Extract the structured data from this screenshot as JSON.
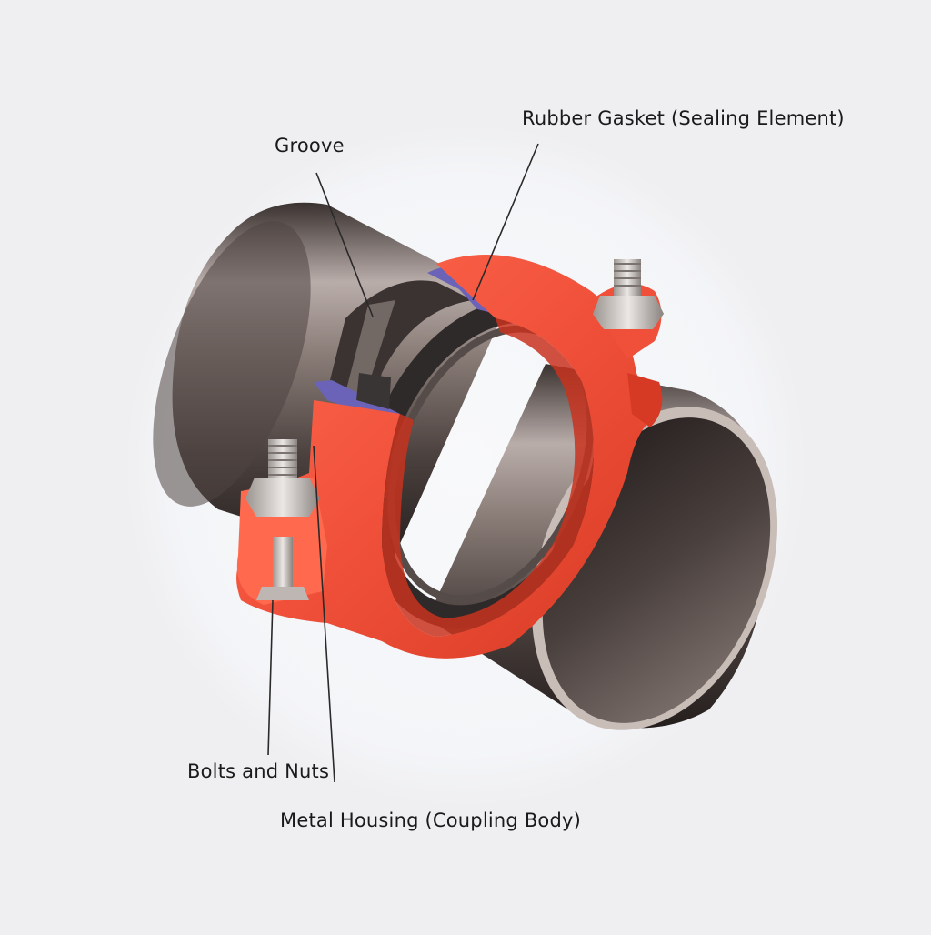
{
  "diagram": {
    "subject": "grooved pipe coupling cutaway",
    "colors": {
      "background": "#efeff1",
      "halo": "#f6f7fa",
      "housing": "#f0503a",
      "housing_dark": "#c8321e",
      "pipe_mid": "#7a6d67",
      "pipe_dark": "#2e2826",
      "gasket": "#3a3535",
      "gasket_edge": "#6a63b8",
      "bolt": "#cfcac6"
    },
    "labels": {
      "groove": "Groove",
      "gasket": "Rubber Gasket (Sealing Element)",
      "bolts": "Bolts and Nuts",
      "housing": "Metal Housing (Coupling Body)"
    }
  }
}
